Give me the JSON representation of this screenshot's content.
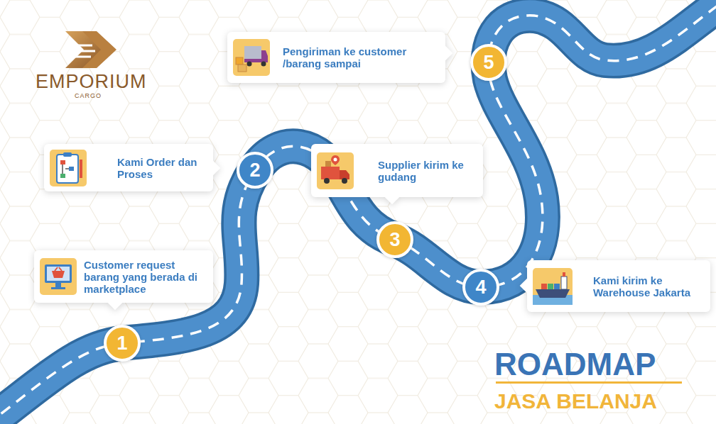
{
  "diagram": {
    "title": "ROADMAP JASA BELANJA",
    "nodes": [
      {
        "text": [
          "1"
        ]
      },
      {
        "text": [
          "Customer request barang yang berada di marketplace"
        ]
      },
      {
        "text": [
          "2"
        ]
      },
      {
        "text": [
          "Kami Order dan Proses"
        ]
      },
      {
        "text": [
          "3"
        ]
      },
      {
        "text": [
          "Supplier kirim ke gudang"
        ]
      },
      {
        "text": [
          "4"
        ]
      },
      {
        "text": [
          "Kami kirim ke Warehouse Jakarta"
        ]
      },
      {
        "text": [
          "5"
        ]
      },
      {
        "text": [
          "Pengiriman ke customer /barang sampai"
        ]
      }
    ],
    "labels": [
      "EMPORIUM",
      "CARGO"
    ]
  }
}
